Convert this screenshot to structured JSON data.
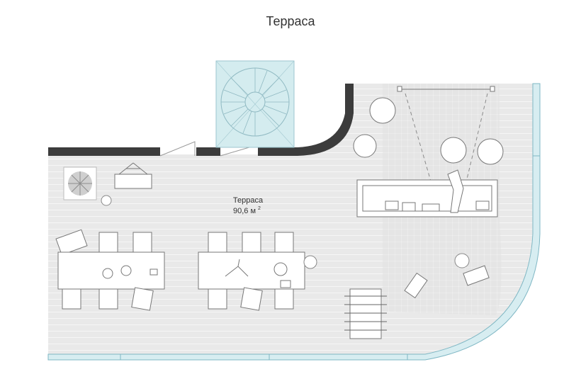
{
  "plan": {
    "title": "Терраса",
    "room": {
      "name": "Терраса",
      "area": "90,6 м",
      "area_sup": "2"
    },
    "colors": {
      "floor": "#e9e9e9",
      "wall": "#3c3c3c",
      "glass": "#d7edf1",
      "glass_edge": "#7fb7c4",
      "skylight": "#d4ecef",
      "line": "#8a8a8a"
    },
    "furniture": [
      "stair-skylight",
      "plant",
      "swing-bench",
      "chair",
      "dining-table-left",
      "dining-table-right",
      "bean-bags",
      "projector-screen",
      "sofa",
      "foosball-table",
      "lounge-chairs",
      "floor-lamp"
    ]
  }
}
